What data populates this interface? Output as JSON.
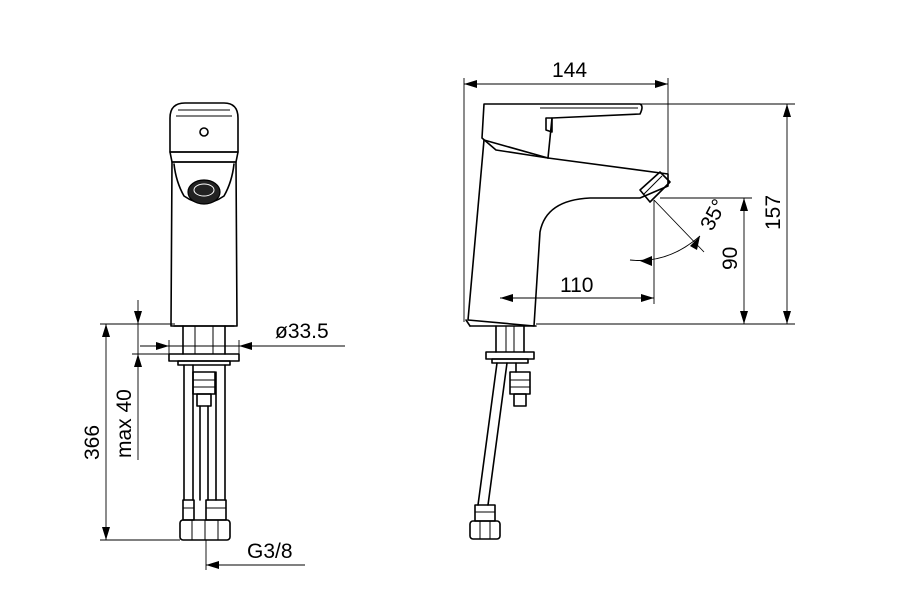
{
  "dimensions": {
    "overall_length": "144",
    "total_height": "157",
    "spout_height": "90",
    "spout_reach": "110",
    "spout_angle": "35°",
    "body_diameter": "ø33.5",
    "deck_thickness": "max 40",
    "hose_length": "366",
    "connection_thread": "G3/8"
  }
}
